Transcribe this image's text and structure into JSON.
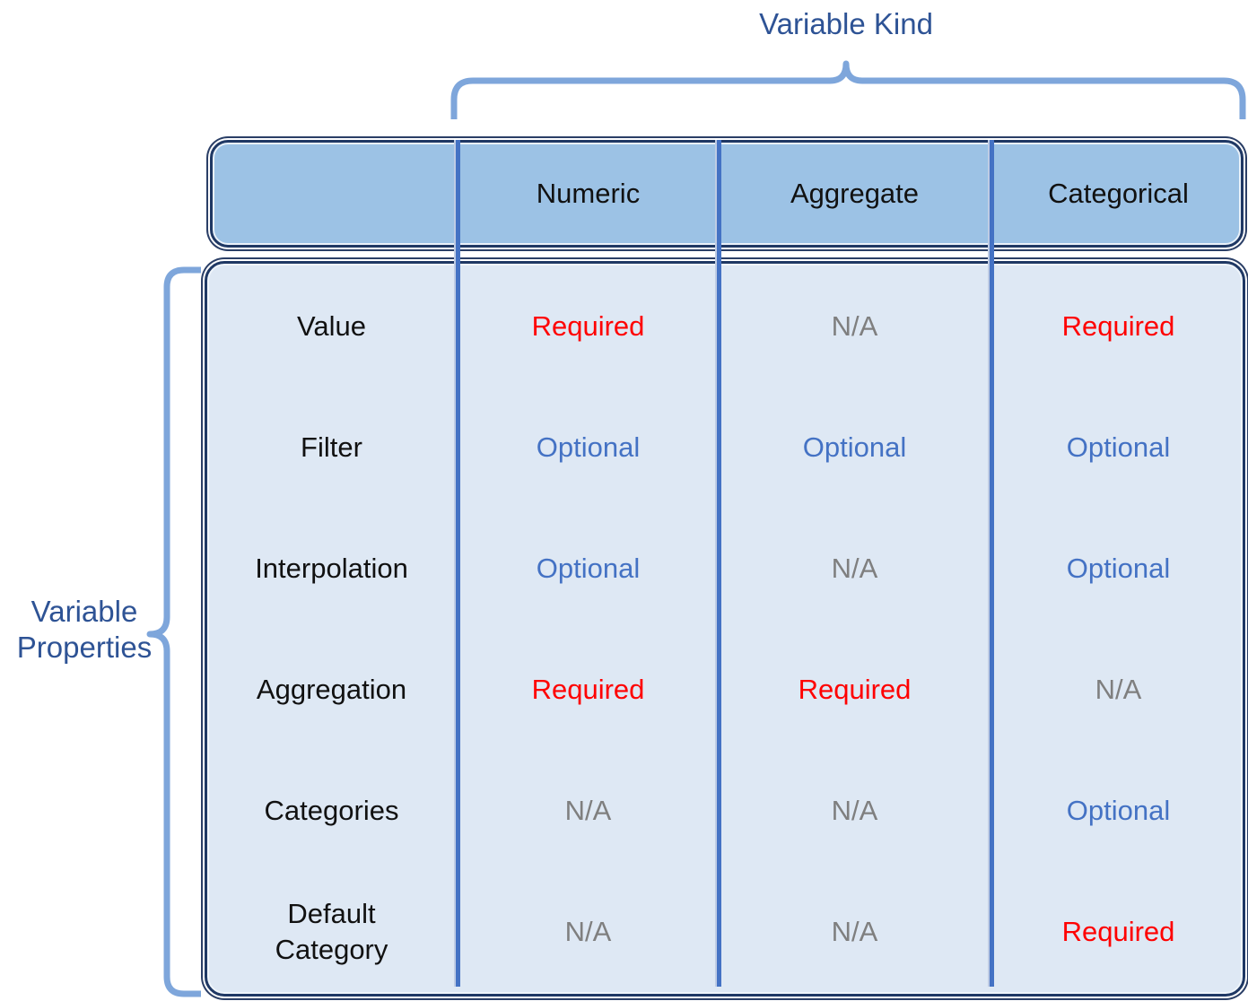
{
  "diagram": {
    "top_label": "Variable Kind",
    "left_label": "Variable Properties",
    "columns": [
      "Numeric",
      "Aggregate",
      "Categorical"
    ],
    "rows": [
      {
        "label": "Value",
        "cells": [
          {
            "text": "Required",
            "type": "required"
          },
          {
            "text": "N/A",
            "type": "na"
          },
          {
            "text": "Required",
            "type": "required"
          }
        ]
      },
      {
        "label": "Filter",
        "cells": [
          {
            "text": "Optional",
            "type": "optional"
          },
          {
            "text": "Optional",
            "type": "optional"
          },
          {
            "text": "Optional",
            "type": "optional"
          }
        ]
      },
      {
        "label": "Interpolation",
        "cells": [
          {
            "text": "Optional",
            "type": "optional"
          },
          {
            "text": "N/A",
            "type": "na"
          },
          {
            "text": "Optional",
            "type": "optional"
          }
        ]
      },
      {
        "label": "Aggregation",
        "cells": [
          {
            "text": "Required",
            "type": "required"
          },
          {
            "text": "Required",
            "type": "required"
          },
          {
            "text": "N/A",
            "type": "na"
          }
        ]
      },
      {
        "label": "Categories",
        "cells": [
          {
            "text": "N/A",
            "type": "na"
          },
          {
            "text": "N/A",
            "type": "na"
          },
          {
            "text": "Optional",
            "type": "optional"
          }
        ]
      },
      {
        "label": "Default Category",
        "cells": [
          {
            "text": "N/A",
            "type": "na"
          },
          {
            "text": "N/A",
            "type": "na"
          },
          {
            "text": "Required",
            "type": "required"
          }
        ]
      }
    ],
    "colors": {
      "required": "#FF0000",
      "optional": "#4472C4",
      "na": "#7F7F7F",
      "header_fill": "#9CC2E5",
      "body_fill": "#DEE8F4",
      "border_navy": "#1F3864",
      "divider_blue": "#4472C4",
      "brace_blue": "#7EA6DB",
      "label_blue": "#2E5395"
    }
  }
}
